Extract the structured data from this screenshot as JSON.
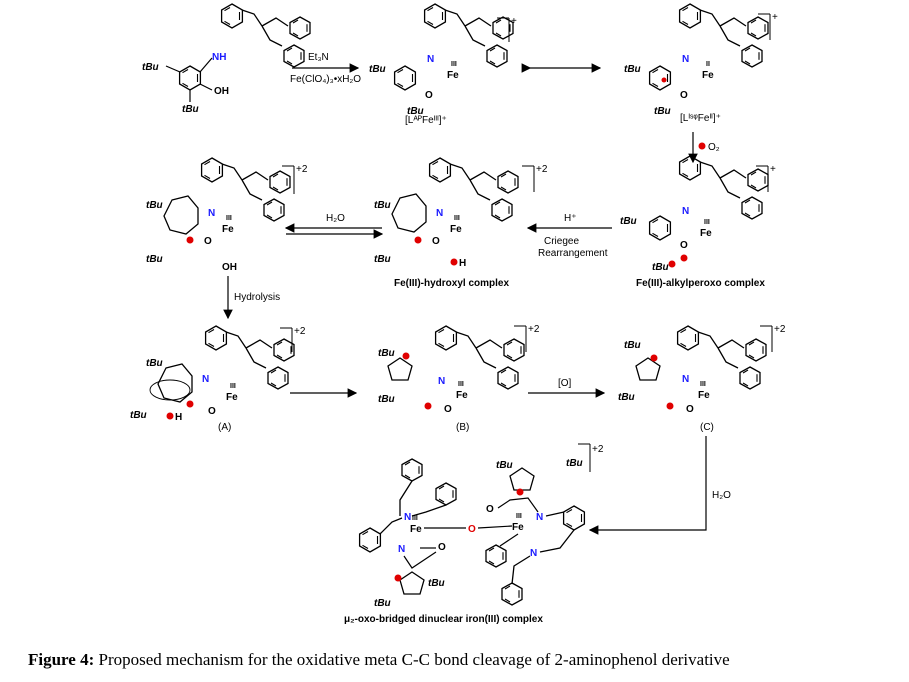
{
  "figure": {
    "caption_label": "Figure 4:",
    "caption_text": " Proposed mechanism for the oxidative meta C-C bond cleavage of 2-aminophenol derivative"
  },
  "reagents": {
    "base": "Et₃N",
    "iron_salt": "Fe(ClO₄)₃•xH₂O",
    "oxygen": "O₂",
    "proton": "H⁺",
    "rearrangement_1": "Criegee",
    "rearrangement_2": "Rearrangement",
    "water_1": "H₂O",
    "hydrolysis": "Hydrolysis",
    "oxidant": "[O]",
    "water_2": "H₂O"
  },
  "species": {
    "ligand_precursor": {
      "oh": "OH",
      "nh": "NH"
    },
    "lap_fe": {
      "label": "[LᴬᴾFeᴵᴵᴵ]⁺",
      "charge": "+"
    },
    "lisq_fe": {
      "label": "[LᴵˢᵠFeᴵᴵ]⁺",
      "charge": "+"
    },
    "alkylperoxo": {
      "label": "Fe(III)-alkylperoxo complex",
      "charge": "+"
    },
    "hydroxyl": {
      "label": "Fe(III)-hydroxyl complex",
      "charge": "+2"
    },
    "seven_ring": {
      "charge": "+2",
      "oh": "OH"
    },
    "int_a": {
      "label": "(A)",
      "charge": "+2"
    },
    "int_b": {
      "label": "(B)",
      "charge": "+2"
    },
    "int_c": {
      "label": "(C)",
      "charge": "+2"
    },
    "dinuclear": {
      "label": "μ₂-oxo-bridged dinuclear iron(III) complex",
      "charge": "+2"
    }
  },
  "atoms": {
    "fe": "Fe",
    "n": "N",
    "o": "O",
    "tbu": "tBu",
    "ox_iii": "III",
    "ox_ii": "II",
    "h": "H"
  },
  "colors": {
    "oxygen_marker": "#e00000",
    "nitrogen": "#1a1aff",
    "oxygen_text": "#e00000",
    "line": "#000000"
  }
}
